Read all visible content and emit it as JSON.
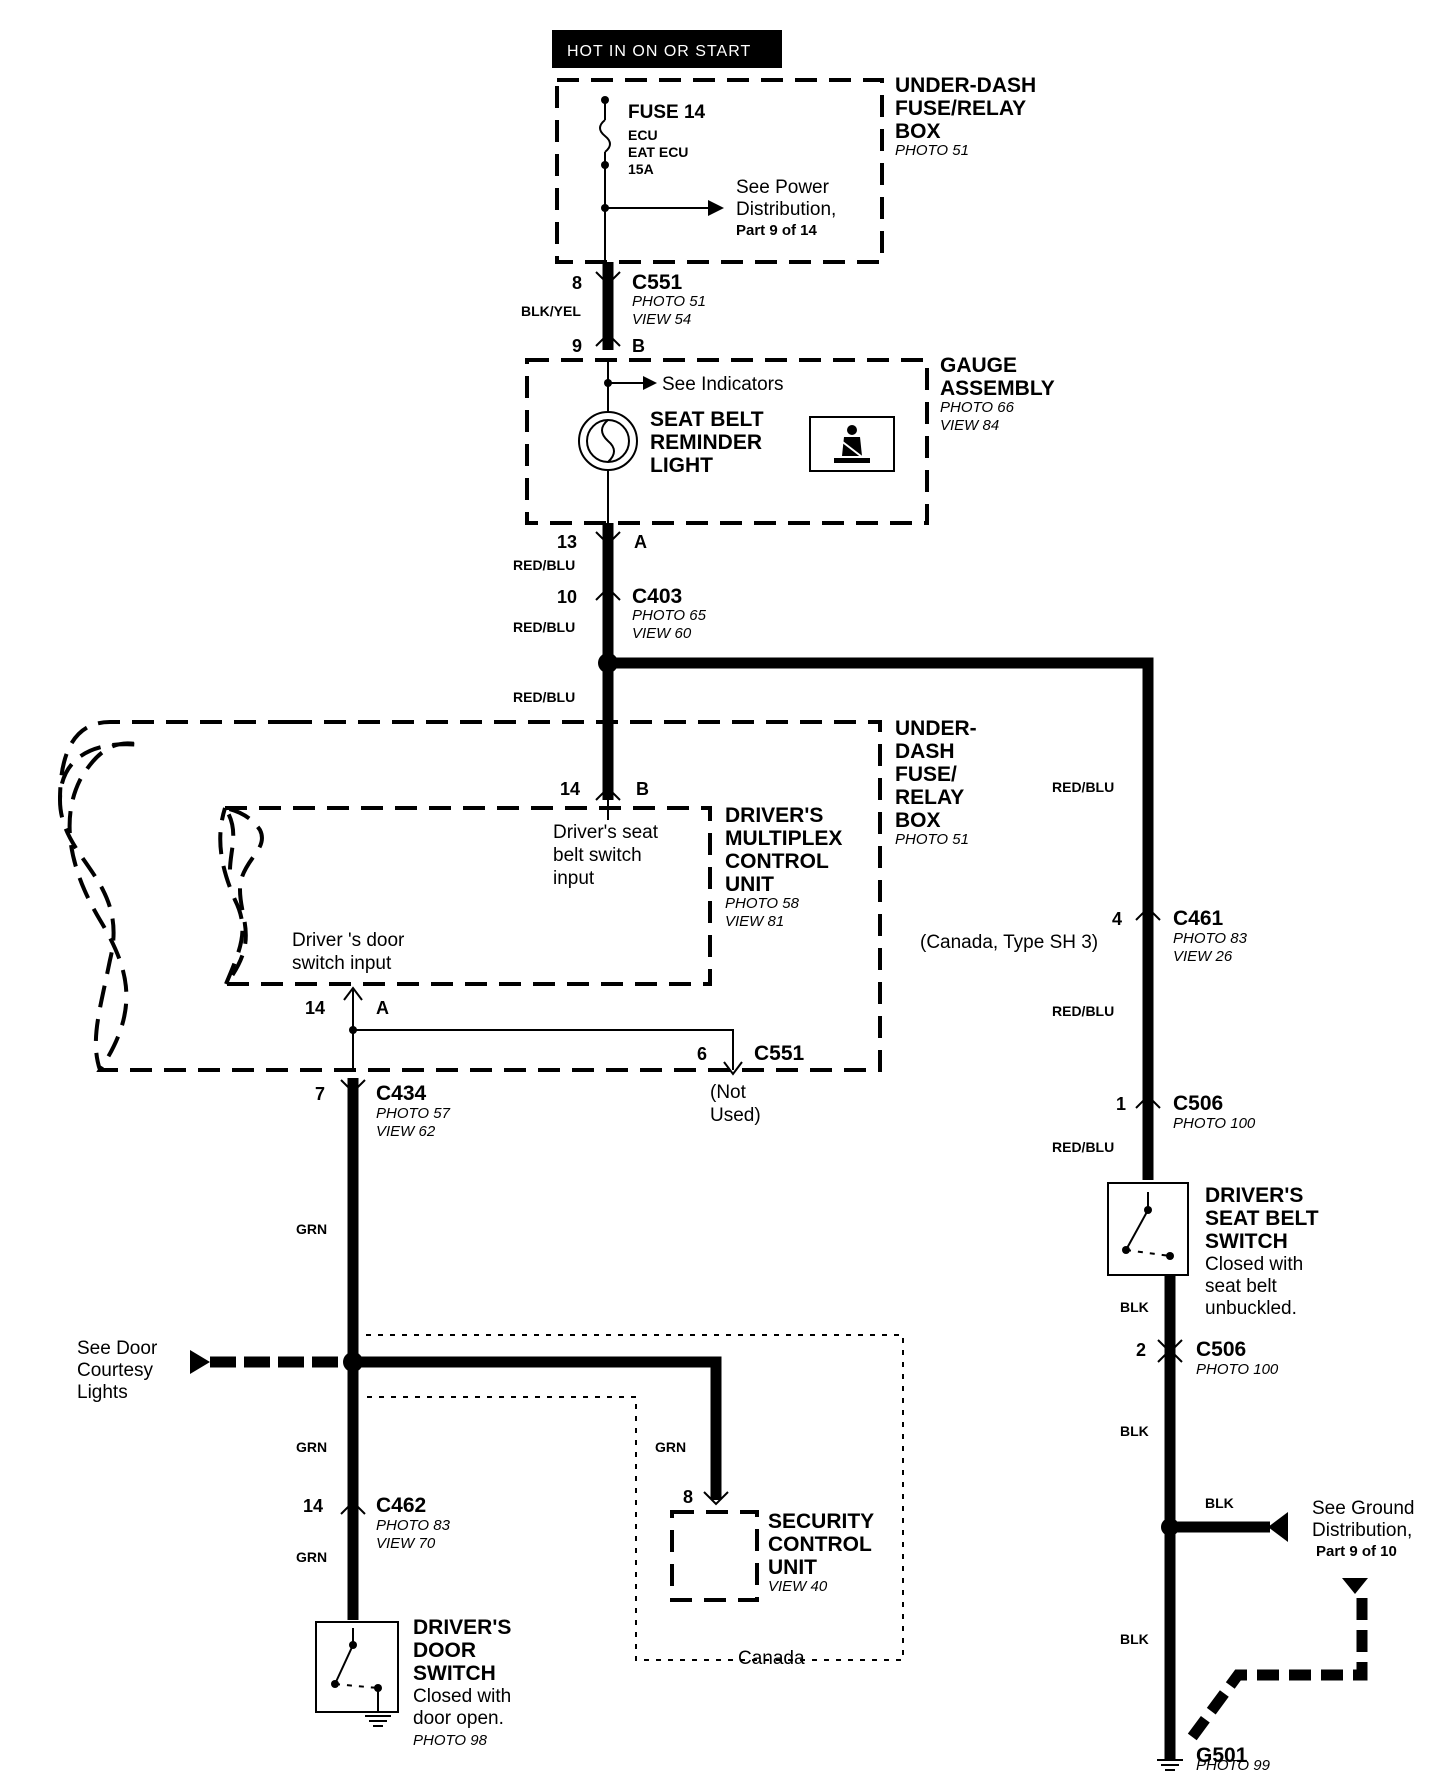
{
  "hot_label": "HOT IN ON OR START",
  "fuse_box_top": {
    "title1": "UNDER-DASH",
    "title2": "FUSE/RELAY",
    "title3": "BOX",
    "photo": "PHOTO 51",
    "fuse": "FUSE 14",
    "fuse_l1": "ECU",
    "fuse_l2": "EAT ECU",
    "fuse_l3": "15A",
    "see1": "See Power",
    "see2": "Distribution,",
    "see3": "Part 9 of 14"
  },
  "c551_top": {
    "pin_upper": "8",
    "pin_lower": "9",
    "pin_b": "B",
    "name": "C551",
    "photo": "PHOTO 51",
    "view": "VIEW 54",
    "wire": "BLK/YEL"
  },
  "gauge": {
    "title1": "GAUGE",
    "title2": "ASSEMBLY",
    "photo": "PHOTO 66",
    "view": "VIEW 84",
    "see": "See Indicators",
    "light1": "SEAT BELT",
    "light2": "REMINDER",
    "light3": "LIGHT",
    "pin_a_num": "13",
    "pin_a": "A",
    "wire": "RED/BLU"
  },
  "c403": {
    "pin": "10",
    "name": "C403",
    "photo": "PHOTO 65",
    "view": "VIEW 60",
    "wire": "RED/BLU",
    "wire2": "RED/BLU"
  },
  "fuse_box_mid": {
    "t1": "UNDER-",
    "t2": "DASH",
    "t3": "FUSE/",
    "t4": "RELAY",
    "t5": "BOX",
    "photo": "PHOTO 51"
  },
  "mcu": {
    "t1": "DRIVER'S",
    "t2": "MULTIPLEX",
    "t3": "CONTROL",
    "t4": "UNIT",
    "photo": "PHOTO 58",
    "view": "VIEW 81",
    "pin_b_num": "14",
    "pin_b": "B",
    "in1_l1": "Driver's seat",
    "in1_l2": "belt switch",
    "in1_l3": "input",
    "in2_l1": "Driver 's door",
    "in2_l2": "switch input",
    "pin_a_num": "14",
    "pin_a": "A",
    "c551_pin": "6",
    "c551": "C551",
    "notused1": "(Not",
    "notused2": "Used)"
  },
  "c434": {
    "pin": "7",
    "name": "C434",
    "photo": "PHOTO 57",
    "view": "VIEW 62",
    "wire": "GRN"
  },
  "door_courtesy": {
    "l1": "See Door",
    "l2": "Courtesy",
    "l3": "Lights"
  },
  "security": {
    "wire": "GRN",
    "pin": "8",
    "t1": "SECURITY",
    "t2": "CONTROL",
    "t3": "UNIT",
    "view": "VIEW 40",
    "region": "Canada"
  },
  "c462": {
    "wire_up": "GRN",
    "pin": "14",
    "name": "C462",
    "photo": "PHOTO 83",
    "view": "VIEW 70",
    "wire_dn": "GRN"
  },
  "door_switch": {
    "t1": "DRIVER'S",
    "t2": "DOOR",
    "t3": "SWITCH",
    "d1": "Closed with",
    "d2": "door open.",
    "photo": "PHOTO 98"
  },
  "right_branch": {
    "wire1": "RED/BLU",
    "c461_pin": "4",
    "c461": "C461",
    "c461_note": "(Canada, Type SH 3)",
    "c461_photo": "PHOTO 83",
    "c461_view": "VIEW 26",
    "wire2": "RED/BLU",
    "c506a_pin": "1",
    "c506a": "C506",
    "c506a_photo": "PHOTO 100",
    "wire3": "RED/BLU"
  },
  "belt_switch": {
    "t1": "DRIVER'S",
    "t2": "SEAT BELT",
    "t3": "SWITCH",
    "d1": "Closed with",
    "d2": "seat belt",
    "d3": "unbuckled."
  },
  "ground_branch": {
    "wire1": "BLK",
    "c506b_pin": "2",
    "c506b": "C506",
    "c506b_photo": "PHOTO 100",
    "wire2": "BLK",
    "wire3": "BLK",
    "see1": "See Ground",
    "see2": "Distribution,",
    "see3": "Part 9 of 10",
    "wire4": "BLK",
    "g501": "G501",
    "g501_photo": "PHOTO 99"
  }
}
